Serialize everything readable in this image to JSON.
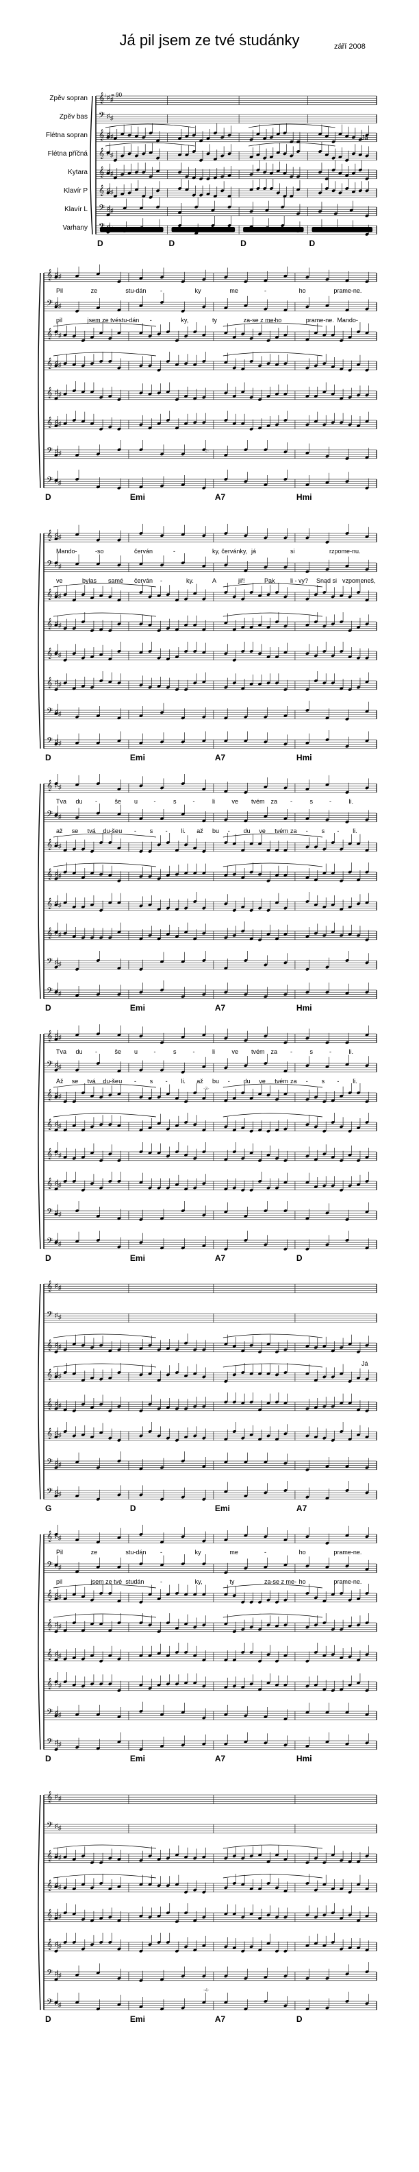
{
  "title": "Já pil jsem ze tvé studánky",
  "date": "září 2008",
  "tempo": "♩ = 90",
  "instruments": [
    "Zpěv sopran",
    "Zpěv bas",
    "Flétna sopran",
    "Flétna příčná",
    "Kytara",
    "Klavír P",
    "Klavír L",
    "Varhany"
  ],
  "page_markers": [
    "-2-",
    "-3-",
    "-4-"
  ],
  "systems": [
    {
      "chords": [
        "D",
        "D",
        "D",
        "D"
      ],
      "lyrics1": [],
      "lyrics2": [],
      "extra": "Já"
    },
    {
      "chords": [
        "D",
        "Emi",
        "A7",
        "Hmi"
      ],
      "lyrics1": [
        "Pil",
        "ze",
        "stu-dán",
        "-",
        "ky",
        "me",
        "-",
        "ho",
        "prame-ne."
      ],
      "lyrics2": [
        "pil",
        "jsem ze tvé",
        "stu-dán",
        "-",
        "ky,",
        "ty",
        "za-se z me-",
        "ho",
        "prame-ne.",
        "Mando-"
      ],
      "extra": ""
    },
    {
      "chords": [
        "D",
        "Emi",
        "A7",
        "Hmi"
      ],
      "lyrics1": [
        "Mando-",
        "-so",
        "červán",
        "-",
        "ky, červánky,",
        "já",
        "si",
        "rzpome-nu."
      ],
      "lyrics2": [
        "ve",
        "bylas",
        "samé",
        "červán",
        "-",
        "ky.",
        "A",
        "jiř!",
        "Pak",
        "li - vy?",
        "Snad si",
        "vzpomeneš,"
      ],
      "extra": ""
    },
    {
      "chords": [
        "D",
        "Emi",
        "A7",
        "Hmi"
      ],
      "lyrics1": [
        "Tva",
        "du",
        "-",
        "še",
        "u",
        "-",
        "s",
        "-",
        "li",
        "ve",
        "tvém",
        "za",
        "-",
        "s",
        "-",
        "li."
      ],
      "lyrics2": [
        "až",
        "se",
        "tvá",
        "du-še",
        "u",
        "-",
        "s",
        "-",
        "li.",
        "až",
        "bu",
        "-",
        "du",
        "ve",
        "tvém",
        "za",
        "-",
        "s",
        "-",
        "li."
      ],
      "extra": ""
    },
    {
      "chords": [
        "D",
        "Emi",
        "A7",
        "D"
      ],
      "lyrics1": [
        "Tva",
        "du",
        "-",
        "še",
        "u",
        "-",
        "s",
        "-",
        "li",
        "ve",
        "tvém",
        "za",
        "-",
        "s",
        "-",
        "li."
      ],
      "lyrics2": [
        "Až",
        "se",
        "tvá",
        "du-še",
        "u",
        "-",
        "s",
        "-",
        "li.",
        "až",
        "bu",
        "-",
        "du",
        "ve",
        "tvém",
        "za",
        "-",
        "s",
        "-",
        "li."
      ],
      "extra": ""
    },
    {
      "chords": [
        "G",
        "D",
        "Emi",
        "A7"
      ],
      "lyrics1": [],
      "lyrics2": [],
      "extra": "Já"
    },
    {
      "chords": [
        "D",
        "Emi",
        "A7",
        "Hmi"
      ],
      "lyrics1": [
        "Pil",
        "ze",
        "stu-dán",
        "-",
        "ky",
        "me",
        "-",
        "ho",
        "prame-ne."
      ],
      "lyrics2": [
        "pil",
        "jsem ze tvé",
        "studán",
        "-",
        "ky,",
        "ty",
        "za-se z me-",
        "ho",
        "prame-ne."
      ],
      "extra": ""
    },
    {
      "chords": [
        "D",
        "Emi",
        "A7",
        "D"
      ],
      "lyrics1": [],
      "lyrics2": [],
      "extra": ""
    }
  ]
}
